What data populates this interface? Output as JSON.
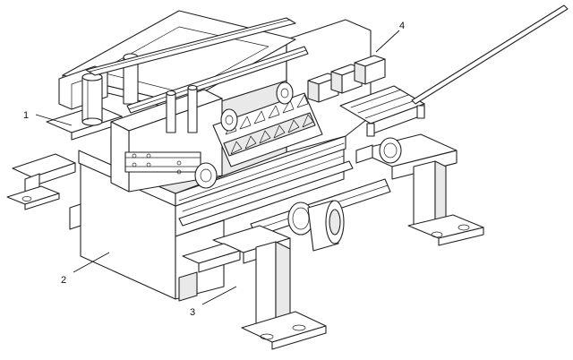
{
  "callouts": [
    {
      "id": "c1",
      "label": "1"
    },
    {
      "id": "c2",
      "label": "2"
    },
    {
      "id": "c3",
      "label": "3"
    },
    {
      "id": "c4",
      "label": "4"
    }
  ],
  "colors": {
    "line": "#222222",
    "background": "#ffffff",
    "shade": "#e9e9e9"
  }
}
